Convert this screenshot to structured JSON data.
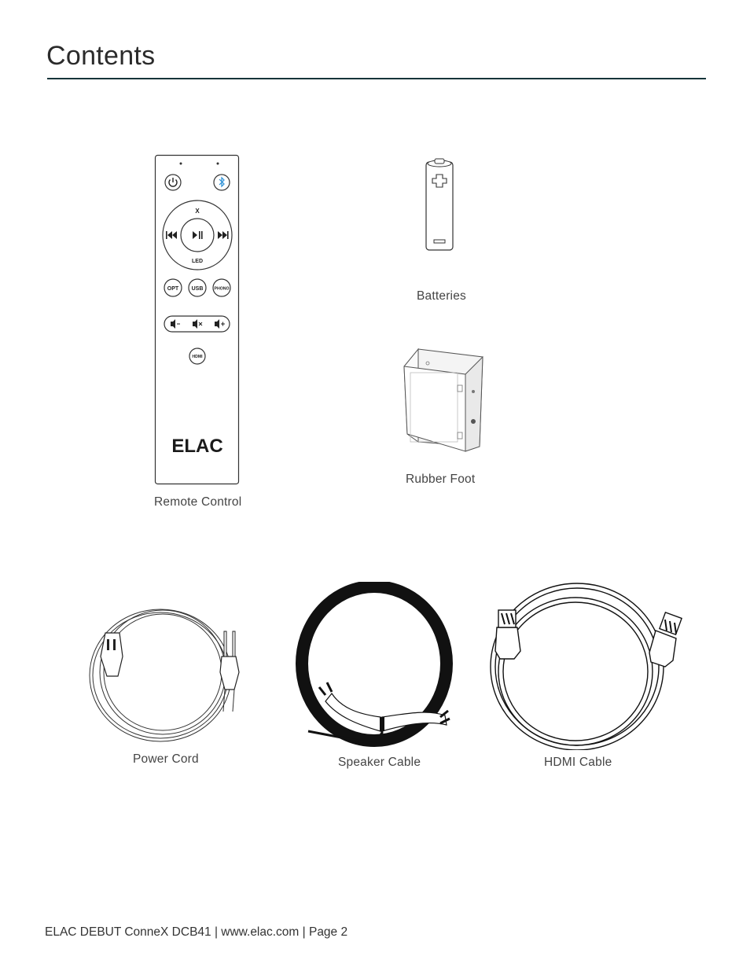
{
  "page": {
    "title": "Contents",
    "footer": "ELAC DEBUT ConneX DCB41 | www.elac.com | Page 2"
  },
  "items": {
    "remote_control": "Remote Control",
    "batteries": "Batteries",
    "rubber_foot": "Rubber Foot",
    "power_cord": "Power Cord",
    "speaker_cable": "Speaker Cable",
    "hdmi_cable": "HDMI Cable"
  },
  "remote": {
    "brand": "ELAC",
    "ring_top": "X",
    "ring_bottom": "LED",
    "btn_opt": "OPT",
    "btn_usb": "USB",
    "btn_phono": "PHONO",
    "btn_hdmi": "HDMI"
  },
  "colors": {
    "rule": "#16343a",
    "bluetooth": "#2a8fd6"
  }
}
